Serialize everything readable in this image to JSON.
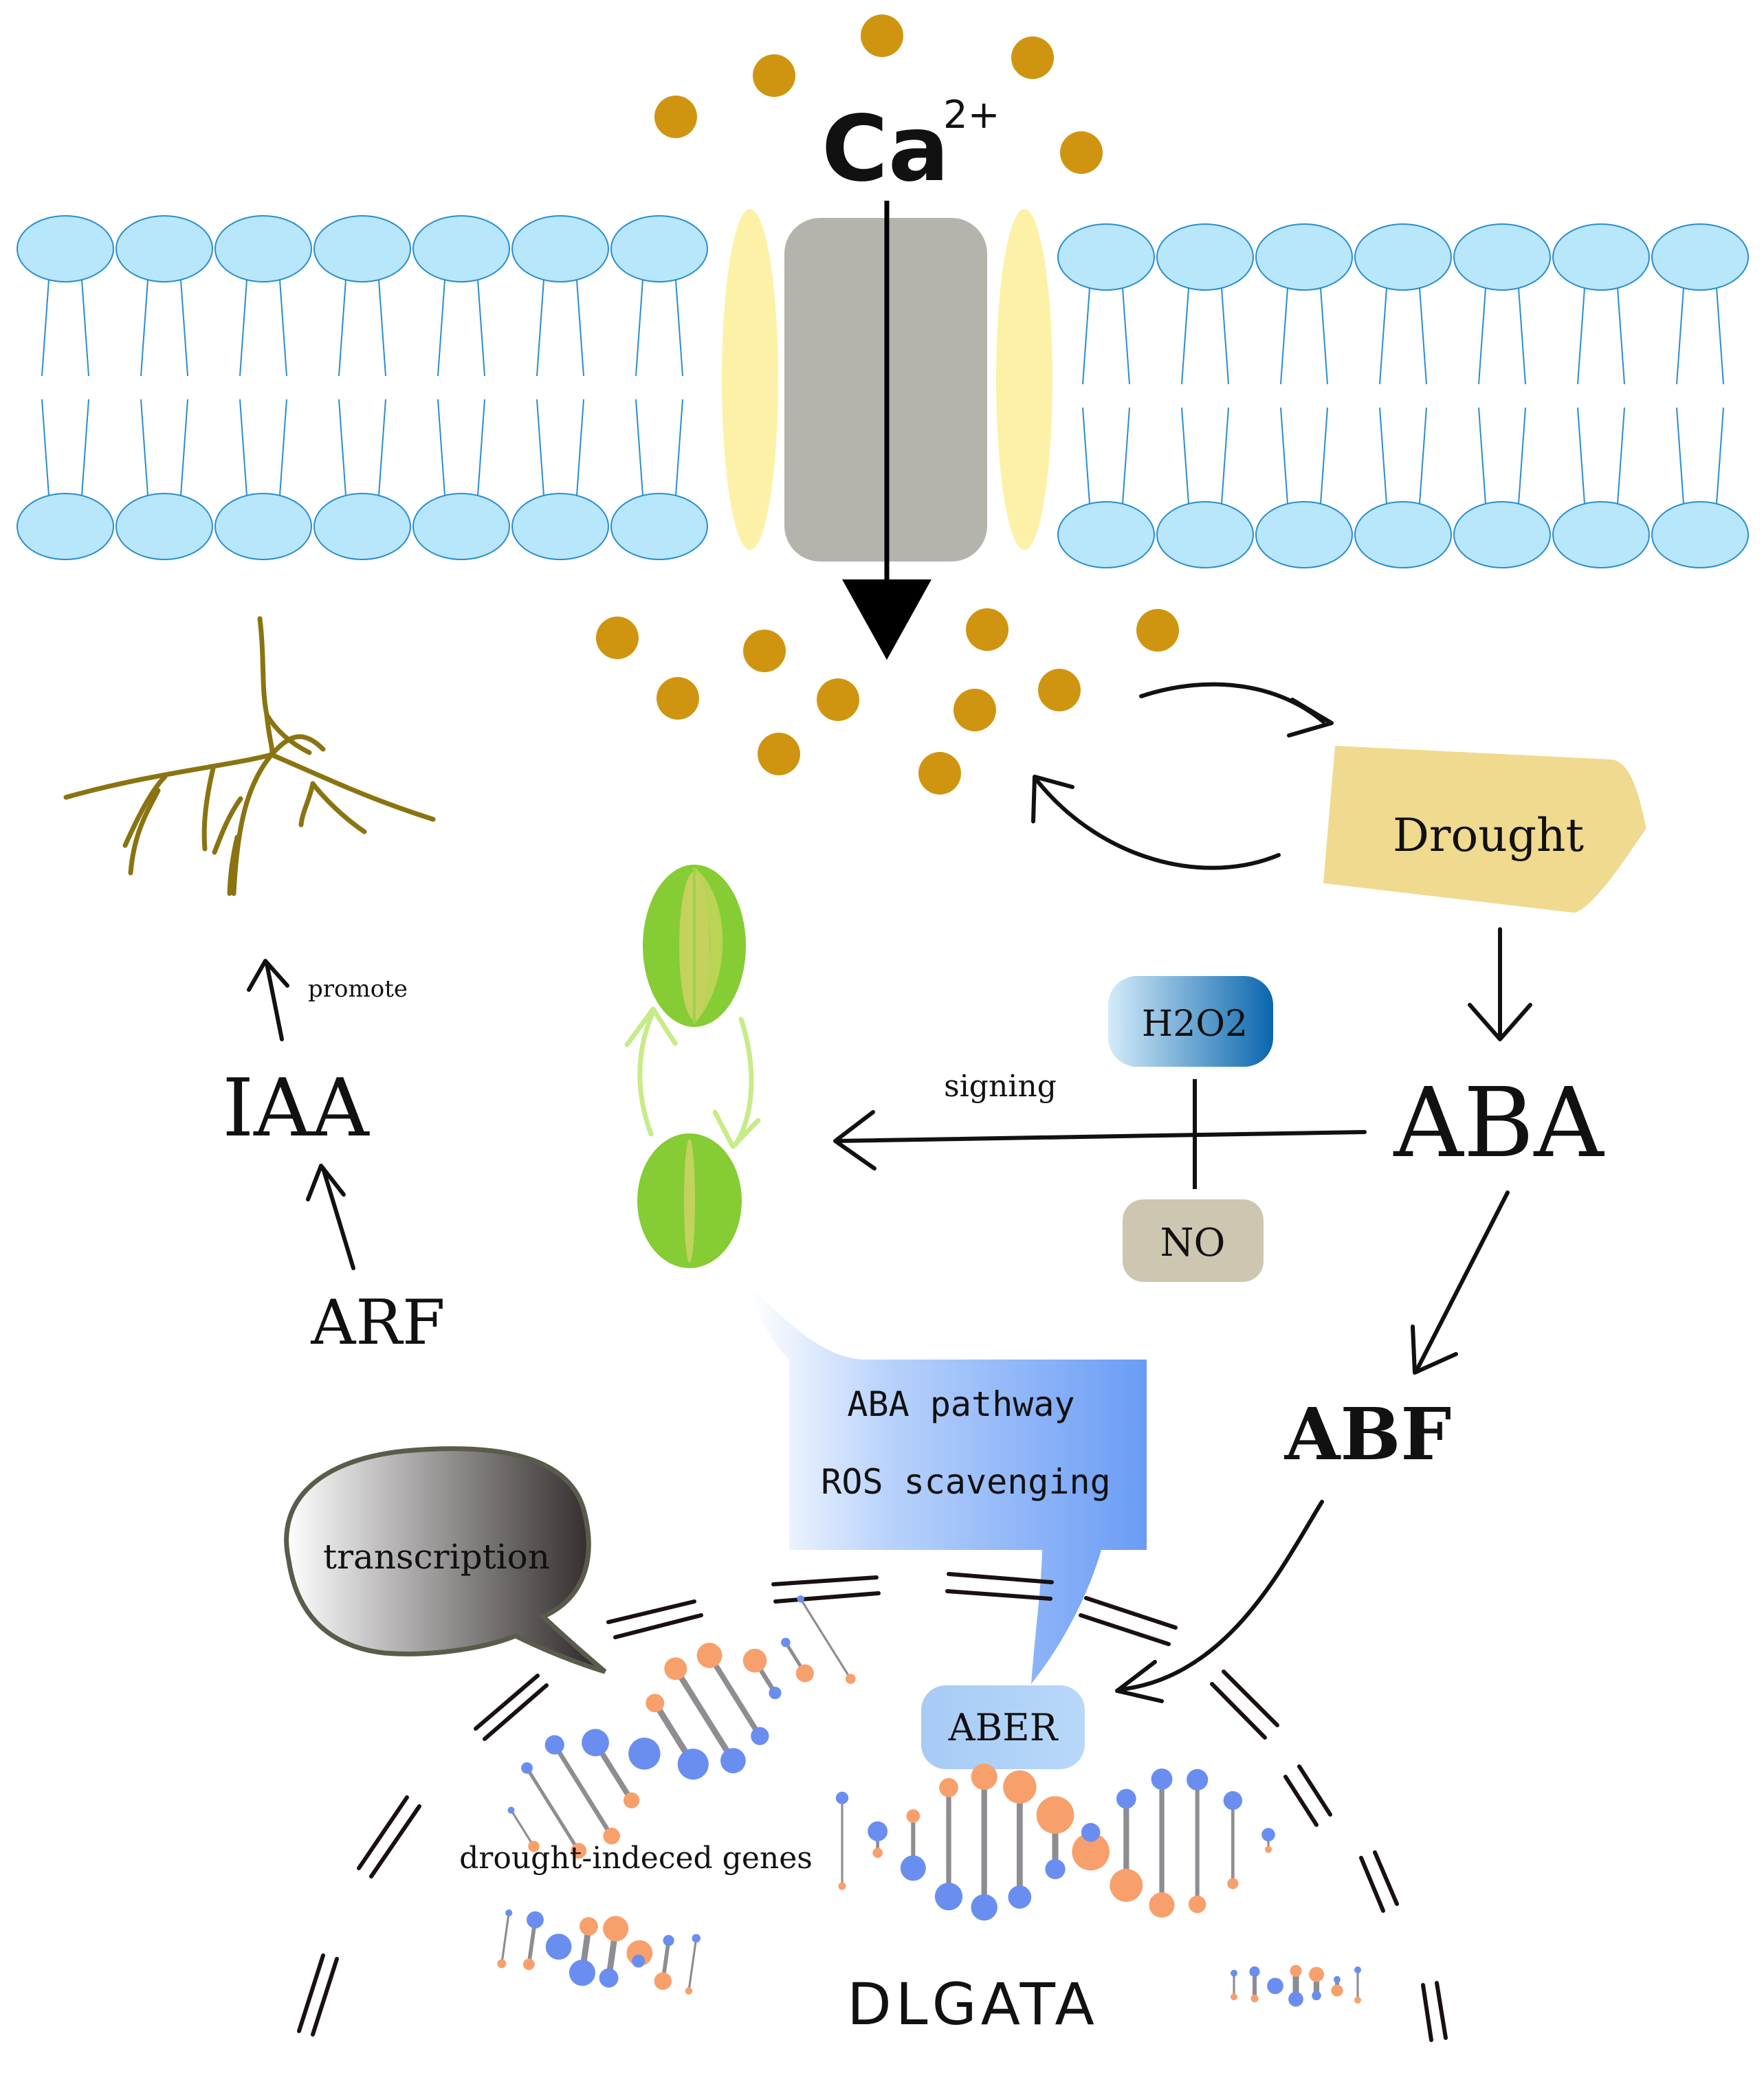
{
  "ion": {
    "symbol": "Ca",
    "charge": "2+"
  },
  "labels": {
    "drought": "Drought",
    "aba": "ABA",
    "h2o2": "H2O2",
    "no": "NO",
    "signing": "signing",
    "abf": "ABF",
    "aber": "ABER",
    "iaa": "IAA",
    "arf": "ARF",
    "promote": "promote",
    "pathway_line1": "ABA pathway",
    "pathway_line2": "ROS scavenging",
    "transcription": "transcription",
    "genes": "drought-indeced genes",
    "gene_name": "DLGATA"
  },
  "colors": {
    "lipid_head": "#b8e6fa",
    "lipid_stroke": "#2a8ecf",
    "channel": "#b5b4ac",
    "channel_side": "#fcf1a6",
    "calcium": "#d09510",
    "drought_box": "#efda90",
    "root": "#8a7411",
    "guard_cell": "#86cc34",
    "guard_cell_light_arrow": "#c6ec88",
    "h2o2_gradient_start": "#cde6f8",
    "h2o2_gradient_end": "#0a6ab0",
    "no_box": "#cdc6b0",
    "aber_box": "#a9cef6",
    "callout_blue": "#6fa0f5",
    "dna_orange": "#f7a06c",
    "dna_blue": "#6a8ef0"
  }
}
